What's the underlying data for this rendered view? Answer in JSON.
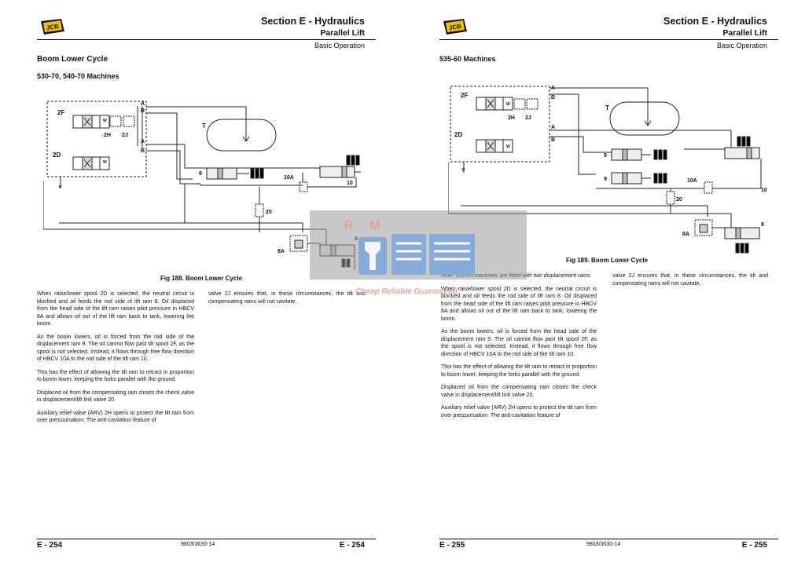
{
  "brand": {
    "logo": "JCB"
  },
  "left": {
    "section_title": "Section E - Hydraulics",
    "section_sub": "Parallel Lift",
    "section_sub2": "Basic Operation",
    "heading": "Boom Lower Cycle",
    "machines": "530-70, 540-70 Machines",
    "diagram": {
      "labels": {
        "lA": "A",
        "lB": "B",
        "lA2": "A",
        "lB2": "B",
        "l2F": "2F",
        "l2D": "2D",
        "l2H": "2H",
        "l2J": "2J",
        "lT": "T",
        "l9": "9",
        "l10": "10",
        "l10A": "10A",
        "l20": "20",
        "l8A": "8A",
        "l8": "8",
        "lP": "P",
        "lW": "W",
        "lW2": "W"
      }
    },
    "caption": "Fig 188. Boom Lower Cycle",
    "col1": [
      "When raise/lower spool 2D is selected, the neutral circuit is blocked and oil feeds the rod side of lift ram 8. Oil displaced from the head side of the lift ram raises pilot pressure in HBCV 8A and allows oil out of the lift ram back to tank, lowering the boom.",
      "As the boom lowers, oil is forced from the rod side of the displacement ram 9. The oil cannot flow past tilt spool 2F, as the spool is not selected. Instead, it flows through free flow direction of HBCV 10A to the rod side of the tilt ram 10.",
      "This has the effect of allowing the tilt ram to retract in proportion to boom lower, keeping the forks parallel with the ground.",
      "Displaced oil from the compensating ram closes the check valve in displacement/lift link valve 20.",
      "Auxiliary relief valve (ARV) 2H opens to protect the tilt ram from over pressurisation. The anti-cavitation feature of"
    ],
    "col2": [
      "valve 2J ensures that, in these circumstances, the tilt and compensating rams will not cavitate."
    ],
    "footer_left": "E - 254",
    "footer_center": "9803/3630-14",
    "footer_right": "E - 254"
  },
  "right": {
    "section_title": "Section E - Hydraulics",
    "section_sub": "Parallel Lift",
    "section_sub2": "Basic Operation",
    "machines": "535-60 Machines",
    "diagram": {
      "labels": {
        "lA": "A",
        "lB": "B",
        "lA2": "A",
        "lB2": "B",
        "l2F": "2F",
        "l2D": "2D",
        "l2H": "2H",
        "l2J": "2J",
        "lT": "T",
        "l9a": "9",
        "l9b": "9",
        "l10": "10",
        "l10A": "10A",
        "l20": "20",
        "l8A": "8A",
        "l8": "8",
        "lP": "P",
        "lW": "W",
        "lW2": "W"
      }
    },
    "caption": "Fig 189. Boom Lower Cycle",
    "col1": [
      "Note: 535-60 machines are fitted with two displacement rams.",
      "When raise/lower spool 2D is selected, the neutral circuit is blocked and oil feeds the rod side of lift ram 8. Oil displaced from the head side of the lift ram raises pilot pressure in HBCV 8A and allows oil out of the lift ram back to tank, lowering the boom.",
      "As the boom lowers, oil is forced from the head side of the displacement ram 9. The oil cannot flow past tilt spool 2F, as the spool is not selected. Instead, it flows through free flow direction of HBCV 10A to the rod side of the tilt ram 10.",
      "This has the effect of allowing the tilt ram to retract in proportion to boom lower, keeping the forks parallel with the ground.",
      "Displaced oil from the compensating ram closes the check valve in displacement/lift link valve 20.",
      "Auxiliary relief valve (ARV) 2H opens to protect the tilt ram from over pressurisation. The anti-cavitation feature of"
    ],
    "col2": [
      "valve 2J ensures that, in these circumstances, the tilt and compensating rams will not cavitate."
    ],
    "footer_left": "E - 255",
    "footer_center": "9803/3630-14",
    "footer_right": "E - 255"
  },
  "watermark": {
    "letters": "R M",
    "tagline": "Cheap Reliable Guaranteed"
  }
}
